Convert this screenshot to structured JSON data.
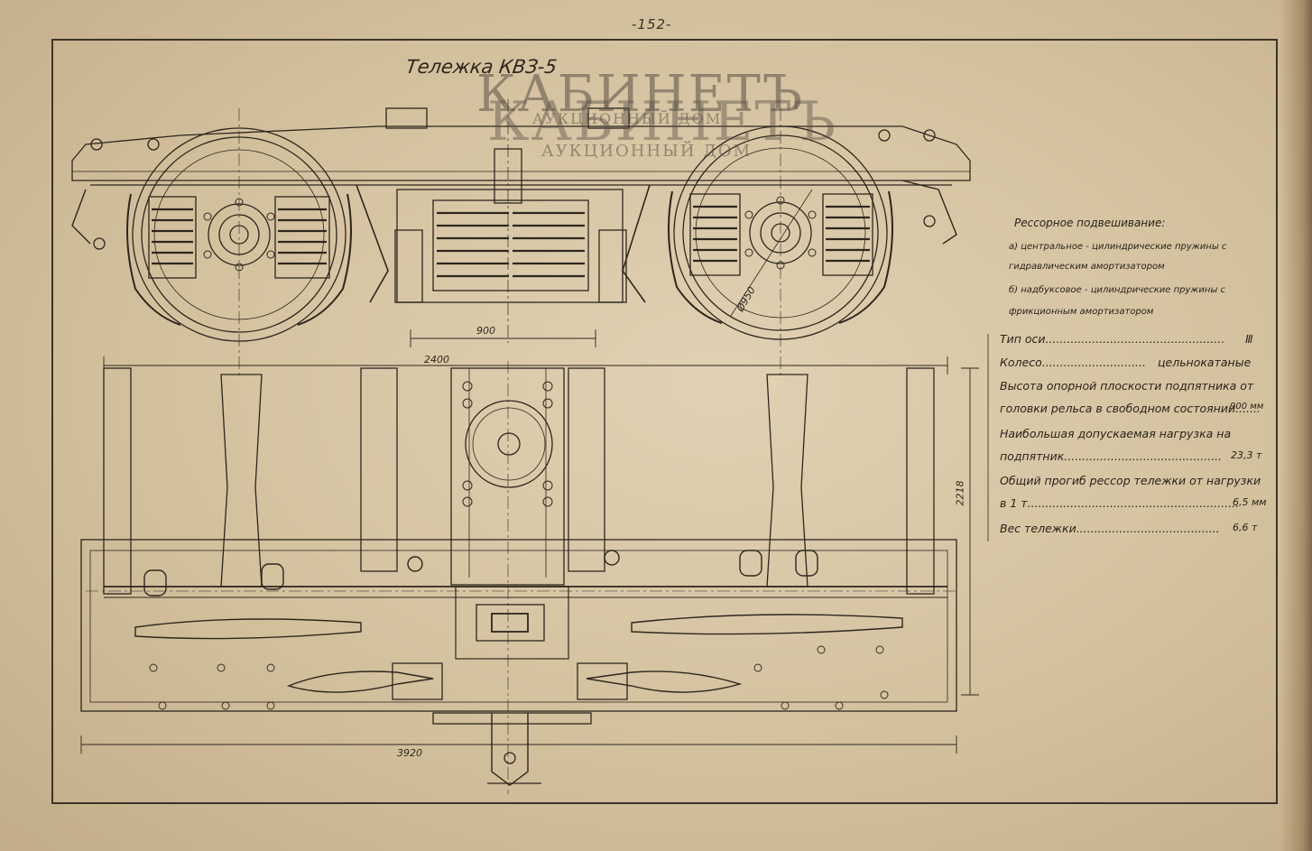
{
  "page_number": "-152-",
  "title": "Тележка КВЗ-5",
  "watermark": {
    "line1": "КАБИНЕТЪ",
    "line2": "АУКЦИОННЫЙ ДОМ"
  },
  "dimensions": {
    "d900": "900",
    "d2400": "2400",
    "d950": "Ø950",
    "d2218": "2218",
    "d3920": "3920"
  },
  "specs": {
    "suspension_heading": "Рессорное подвешивание:",
    "suspension_a1": "а) центральное - цилиндрические пружины с",
    "suspension_a2": "гидравлическим амортизатором",
    "suspension_b1": "б) надбуксовое - цилиндрические пружины с",
    "suspension_b2": "фрикционным амортизатором",
    "axle_label": "Тип оси",
    "axle_value": "Ⅲ",
    "wheel_label": "Колесо",
    "wheel_value": "цельнокатаные",
    "height_label1": "Высота опорной плоскости подпятника от",
    "height_label2": "головки рельса в свободном состоянии",
    "height_value": "900 мм",
    "load_label1": "Наибольшая допускаемая нагрузка на",
    "load_label2": "подпятник",
    "load_value": "23,3 т",
    "deflection_label1": "Общий прогиб рессор тележки от нагрузки",
    "deflection_label2": "в 1 т",
    "deflection_value": "6,5 мм",
    "weight_label": "Вес тележки",
    "weight_value": "6,6 т"
  },
  "colors": {
    "paper": "#d2bf9c",
    "ink": "#2e271e"
  }
}
